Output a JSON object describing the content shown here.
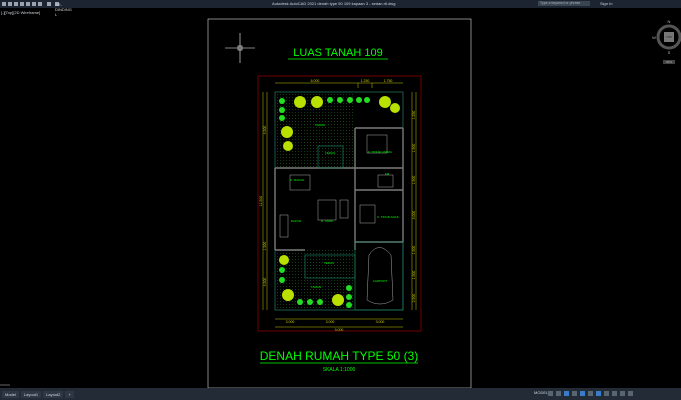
{
  "app": {
    "title": "Autodesk AutoCAD 2021   denah type 50 109 kapaan 3 - sedan.rtl.dwg",
    "layer": "AR-DINDING L",
    "search_placeholder": "Type a keyword or phrase",
    "sign_in": "Sign In"
  },
  "viewport": {
    "label": "[-][Top][2D Wireframe]",
    "viewcube": {
      "top": "TOP",
      "n": "N",
      "s": "S",
      "w": "W",
      "wcs": "WCS"
    }
  },
  "status": {
    "tabs": [
      "Model",
      "Layout1",
      "Layout2",
      "+"
    ],
    "model": "MODEL"
  },
  "drawing": {
    "title": "LUAS TANAH 109",
    "subtitle": "DENAH RUMAH TYPE 50 (3)",
    "scale": "SKALA 1:1000",
    "dims_top": [
      "6.000",
      "1.250",
      "1.750"
    ],
    "dims_bottom": [
      "3.000",
      "3.000",
      "3.000"
    ],
    "dim_total": "9.000",
    "dims_left": [
      "4.500",
      "11.500",
      "1.500",
      "4.500"
    ],
    "dims_right": [
      "1.250",
      "1.500",
      "1.500",
      "4.000",
      "1.500",
      "1.500",
      "2.500"
    ],
    "rooms": [
      "TAMAN",
      "TERAS",
      "K. TIDUR UTAMA",
      "R. MAKAN",
      "KM",
      "DAPUR",
      "R. TAMU",
      "K. TIDUR ANAK",
      "TERAS",
      "TAMAN",
      "CARPORT"
    ],
    "colors": {
      "text": "#00ff00",
      "dim": "#c8c800",
      "boundary": "#8a0000",
      "wall": "#7a7a7a"
    }
  }
}
